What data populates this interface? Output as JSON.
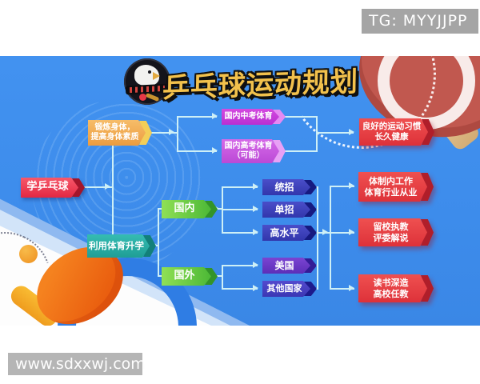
{
  "overlay": {
    "tg_label": "TG: MYYJJPP",
    "site_watermark": "www.sdxxwj.com"
  },
  "title": "乒乓球运动规划",
  "flowchart": {
    "root": {
      "label": "学乒乓球"
    },
    "purpose_fitness": {
      "line1": "锻炼身体，",
      "line2": "提高身体素质"
    },
    "exam_zhongkao": {
      "label": "国内中考体育"
    },
    "exam_gaokao": {
      "line1": "国内高考体育",
      "line2": "（可能）"
    },
    "outcome_health": {
      "line1": "良好的运动习惯",
      "line2": "长久健康"
    },
    "purpose_education": {
      "label": "利用体育升学"
    },
    "path_domestic": {
      "label": "国内"
    },
    "path_abroad": {
      "label": "国外"
    },
    "route_tongzhao": {
      "label": "统招"
    },
    "route_danzhao": {
      "label": "单招"
    },
    "route_gaoshuiping": {
      "label": "高水平"
    },
    "route_usa": {
      "label": "美国"
    },
    "route_other_countries": {
      "label": "其他国家"
    },
    "outcome_system_job": {
      "line1": "体制内工作",
      "line2": "体育行业从业"
    },
    "outcome_coach": {
      "line1": "留校执教",
      "line2": "评委解说"
    },
    "outcome_academia": {
      "line1": "读书深造",
      "line2": "高校任教"
    }
  },
  "colors": {
    "poster_background": "#3f8fec",
    "title_gold": "#f2c14c",
    "node_red": "#e22742",
    "node_orange": "#ec9c40",
    "node_magenta": "#c83fd8",
    "node_teal": "#27a89f",
    "node_green": "#62c53e",
    "node_indigo": "#3f43bb",
    "node_purple": "#6a3ac2",
    "outcome_red": "#dd3139",
    "connector": "#cdeff6",
    "watermark_gray": "#ababab"
  }
}
